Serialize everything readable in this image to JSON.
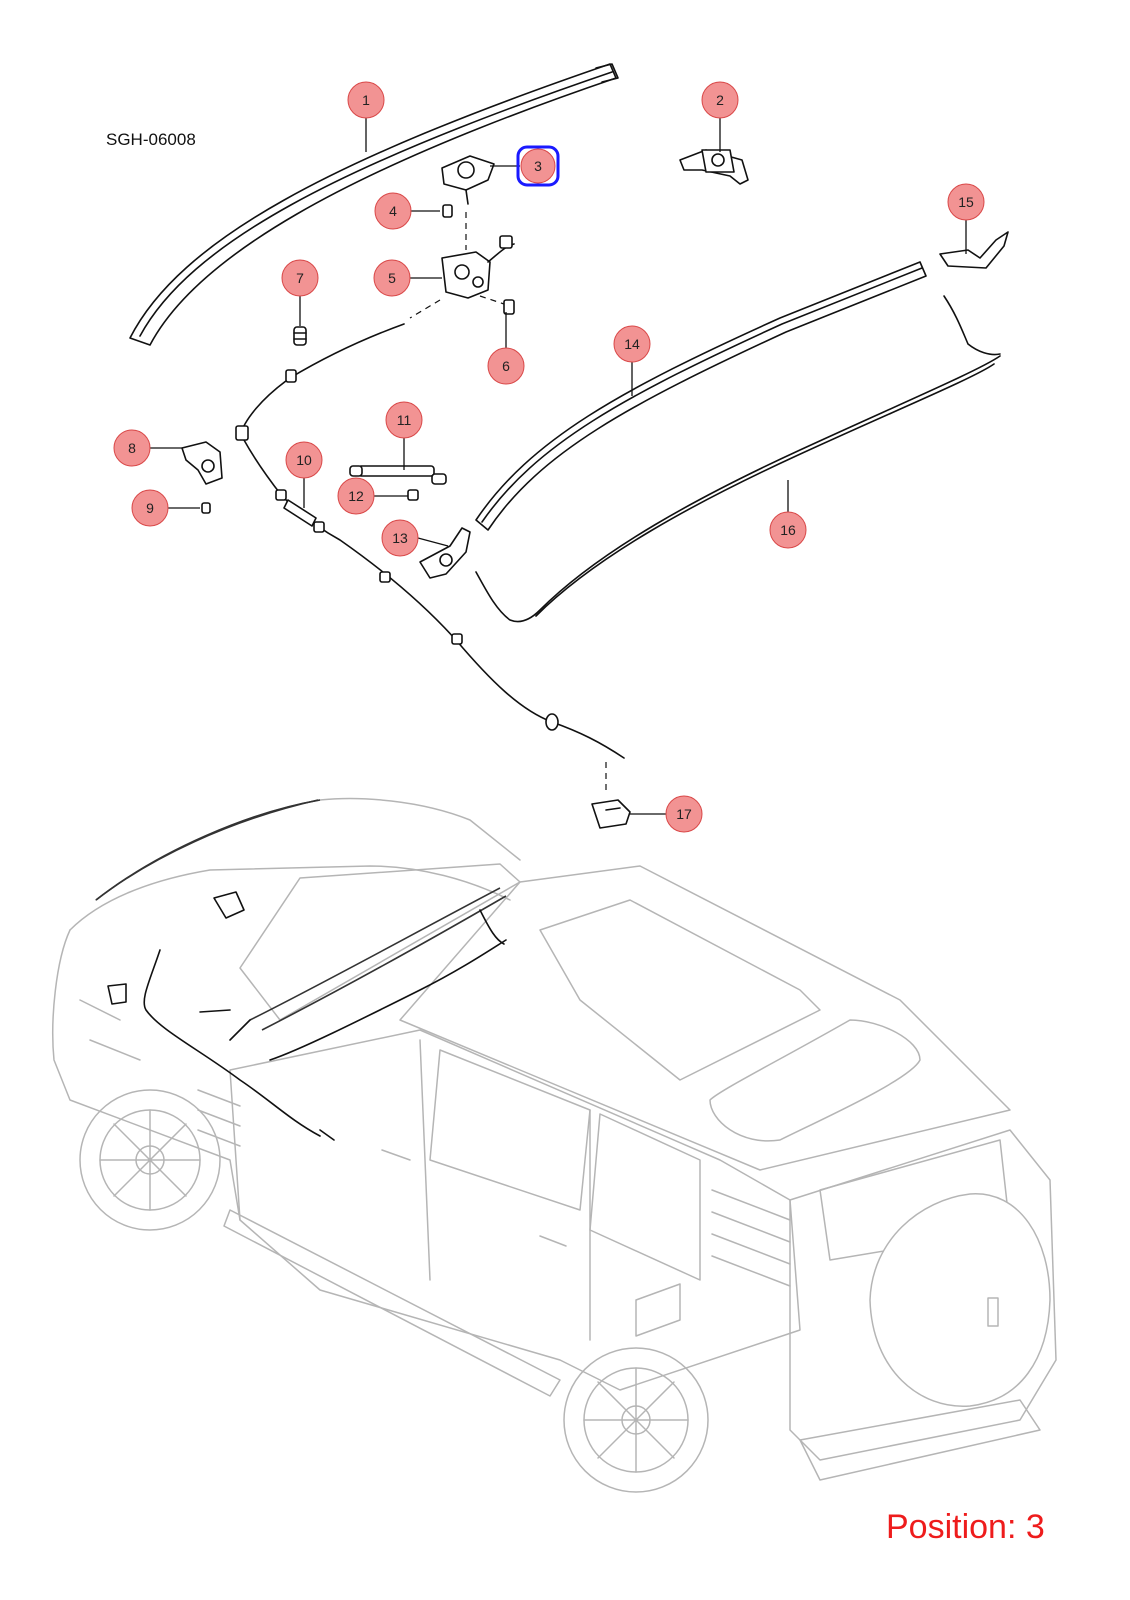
{
  "diagram_code": "SGH-06008",
  "position_label": "Position: 3",
  "selected_callout": "3",
  "colors": {
    "callout_fill": "#f08080",
    "selected_outline": "#1a1aff",
    "position_text": "#ee1c1c",
    "vehicle_outline": "#b5b5b5"
  },
  "callouts": [
    {
      "label": "1"
    },
    {
      "label": "2"
    },
    {
      "label": "3"
    },
    {
      "label": "4"
    },
    {
      "label": "5"
    },
    {
      "label": "6"
    },
    {
      "label": "7"
    },
    {
      "label": "8"
    },
    {
      "label": "9"
    },
    {
      "label": "10"
    },
    {
      "label": "11"
    },
    {
      "label": "12"
    },
    {
      "label": "13"
    },
    {
      "label": "14"
    },
    {
      "label": "15"
    },
    {
      "label": "16"
    },
    {
      "label": "17"
    }
  ]
}
